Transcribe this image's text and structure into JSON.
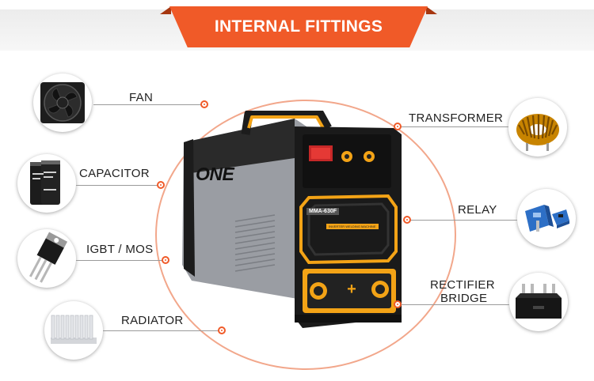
{
  "header": {
    "title": "INTERNAL FITTINGS"
  },
  "components": {
    "fan": {
      "label": "FAN",
      "icon": "fan-icon"
    },
    "capacitor": {
      "label": "CAPACITOR",
      "icon": "capacitor-icon"
    },
    "igbt": {
      "label": "IGBT / MOS",
      "icon": "transistor-icon"
    },
    "radiator": {
      "label": "RADIATOR",
      "icon": "heatsink-icon"
    },
    "transformer": {
      "label": "TRANSFORMER",
      "icon": "toroid-coil-icon"
    },
    "relay": {
      "label": "RELAY",
      "icon": "relay-icon"
    },
    "rectifier": {
      "label_line1": "RECTIFIER",
      "label_line2": "BRIDGE",
      "icon": "bridge-rectifier-icon"
    }
  },
  "product": {
    "brand": "ONE",
    "model": "MMA-630F",
    "strip_text": "INVERTER WELDING MACHINE"
  },
  "colors": {
    "accent": "#f05a28",
    "ring": "#f2a78b",
    "machine_yellow": "#f3a316",
    "machine_grey": "#9a9da3",
    "machine_black": "#1a1a1a"
  }
}
